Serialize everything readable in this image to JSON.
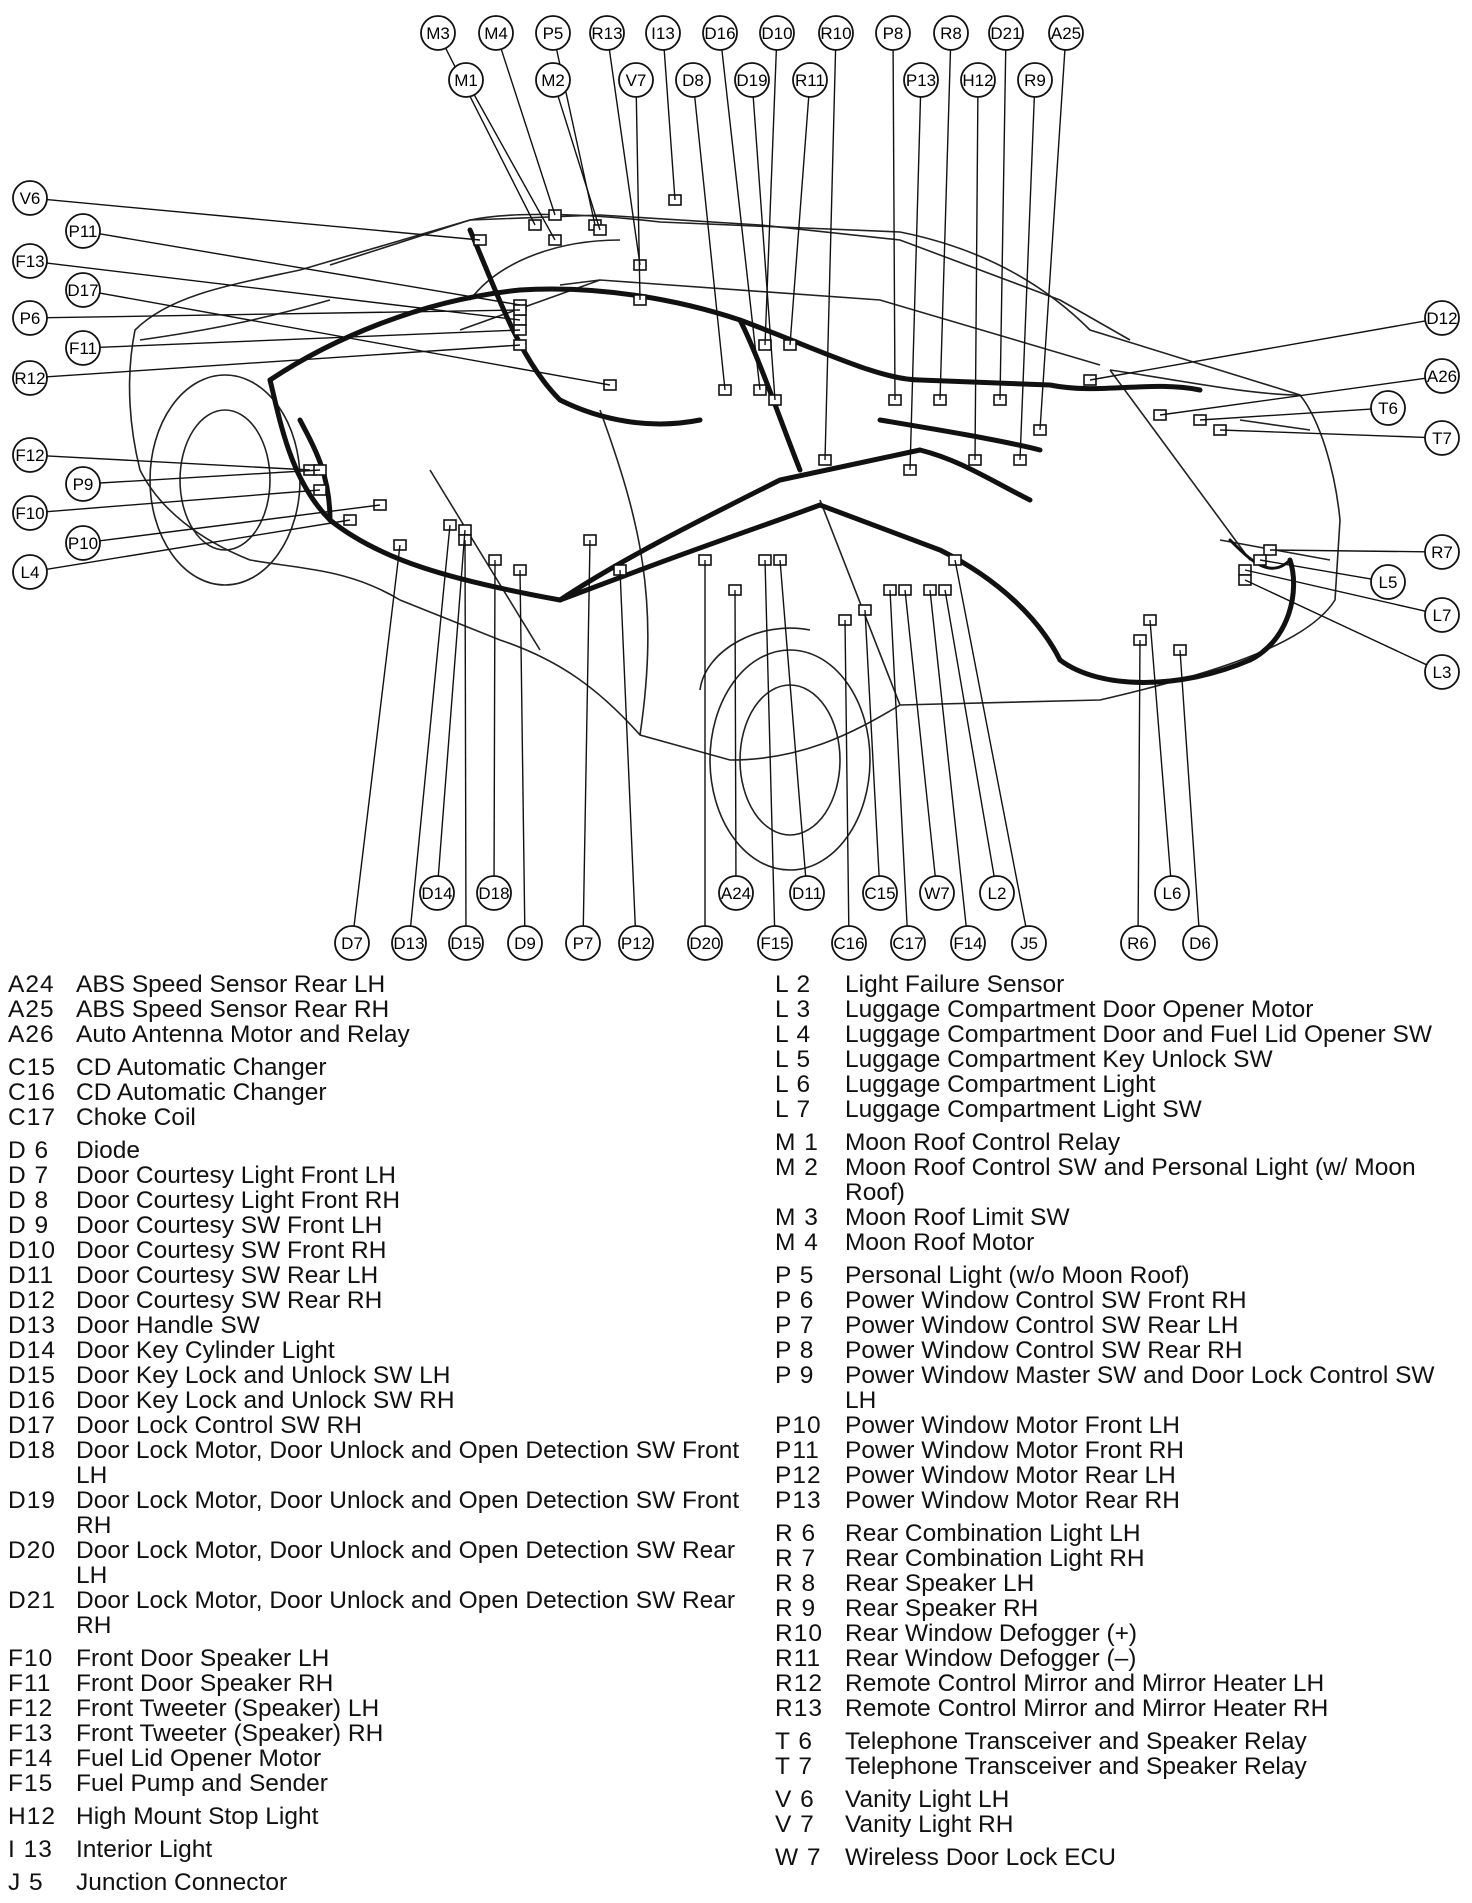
{
  "callouts": [
    {
      "code": "M3"
    },
    {
      "code": "M4"
    },
    {
      "code": "P5"
    },
    {
      "code": "R13"
    },
    {
      "code": "I13"
    },
    {
      "code": "D16"
    },
    {
      "code": "D10"
    },
    {
      "code": "R10"
    },
    {
      "code": "P8"
    },
    {
      "code": "R8"
    },
    {
      "code": "D21"
    },
    {
      "code": "A25"
    },
    {
      "code": "M1"
    },
    {
      "code": "M2"
    },
    {
      "code": "V7"
    },
    {
      "code": "D8"
    },
    {
      "code": "D19"
    },
    {
      "code": "R11"
    },
    {
      "code": "P13"
    },
    {
      "code": "H12"
    },
    {
      "code": "R9"
    },
    {
      "code": "V6"
    },
    {
      "code": "P11"
    },
    {
      "code": "F13"
    },
    {
      "code": "D17"
    },
    {
      "code": "P6"
    },
    {
      "code": "F11"
    },
    {
      "code": "R12"
    },
    {
      "code": "F12"
    },
    {
      "code": "P9"
    },
    {
      "code": "F10"
    },
    {
      "code": "P10"
    },
    {
      "code": "L4"
    },
    {
      "code": "D12"
    },
    {
      "code": "A26"
    },
    {
      "code": "T6"
    },
    {
      "code": "T7"
    },
    {
      "code": "R7"
    },
    {
      "code": "L5"
    },
    {
      "code": "L7"
    },
    {
      "code": "L3"
    },
    {
      "code": "D14"
    },
    {
      "code": "D18"
    },
    {
      "code": "A24"
    },
    {
      "code": "D11"
    },
    {
      "code": "C15"
    },
    {
      "code": "W7"
    },
    {
      "code": "L2"
    },
    {
      "code": "L6"
    },
    {
      "code": "D7"
    },
    {
      "code": "D13"
    },
    {
      "code": "D15"
    },
    {
      "code": "D9"
    },
    {
      "code": "P7"
    },
    {
      "code": "P12"
    },
    {
      "code": "D20"
    },
    {
      "code": "F15"
    },
    {
      "code": "C16"
    },
    {
      "code": "C17"
    },
    {
      "code": "F14"
    },
    {
      "code": "J5"
    },
    {
      "code": "R6"
    },
    {
      "code": "D6"
    }
  ],
  "legend_left": [
    [
      {
        "code": "A24",
        "name": "ABS Speed Sensor Rear LH"
      },
      {
        "code": "A25",
        "name": "ABS Speed Sensor Rear RH"
      },
      {
        "code": "A26",
        "name": "Auto Antenna Motor and Relay"
      }
    ],
    [
      {
        "code": "C15",
        "name": "CD Automatic Changer"
      },
      {
        "code": "C16",
        "name": "CD Automatic Changer"
      },
      {
        "code": "C17",
        "name": "Choke Coil"
      }
    ],
    [
      {
        "code": "D 6",
        "name": "Diode"
      },
      {
        "code": "D 7",
        "name": "Door Courtesy Light Front LH"
      },
      {
        "code": "D 8",
        "name": "Door Courtesy Light Front RH"
      },
      {
        "code": "D 9",
        "name": "Door Courtesy SW Front LH"
      },
      {
        "code": "D10",
        "name": "Door Courtesy SW Front RH"
      },
      {
        "code": "D11",
        "name": "Door Courtesy SW Rear LH"
      },
      {
        "code": "D12",
        "name": "Door Courtesy SW Rear RH"
      },
      {
        "code": "D13",
        "name": "Door Handle SW"
      },
      {
        "code": "D14",
        "name": "Door Key Cylinder Light"
      },
      {
        "code": "D15",
        "name": "Door Key Lock and Unlock SW LH"
      },
      {
        "code": "D16",
        "name": "Door Key Lock and Unlock SW RH"
      },
      {
        "code": "D17",
        "name": "Door Lock Control SW RH"
      },
      {
        "code": "D18",
        "name": "Door Lock Motor, Door Unlock and Open Detection SW Front LH"
      },
      {
        "code": "D19",
        "name": "Door Lock Motor, Door Unlock and Open Detection SW Front RH"
      },
      {
        "code": "D20",
        "name": "Door Lock Motor, Door Unlock and Open Detection SW Rear LH"
      },
      {
        "code": "D21",
        "name": "Door Lock Motor, Door Unlock and Open Detection SW Rear RH"
      }
    ],
    [
      {
        "code": "F10",
        "name": "Front Door Speaker LH"
      },
      {
        "code": "F11",
        "name": "Front Door Speaker RH"
      },
      {
        "code": "F12",
        "name": "Front Tweeter (Speaker) LH"
      },
      {
        "code": "F13",
        "name": "Front Tweeter (Speaker) RH"
      },
      {
        "code": "F14",
        "name": "Fuel Lid Opener Motor"
      },
      {
        "code": "F15",
        "name": "Fuel Pump and Sender"
      }
    ],
    [
      {
        "code": "H12",
        "name": "High Mount Stop Light"
      }
    ],
    [
      {
        "code": "I 13",
        "name": "Interior Light"
      }
    ],
    [
      {
        "code": "J 5",
        "name": "Junction Connector"
      }
    ]
  ],
  "legend_right": [
    [
      {
        "code": "L 2",
        "name": "Light Failure Sensor"
      },
      {
        "code": "L 3",
        "name": "Luggage Compartment Door Opener Motor"
      },
      {
        "code": "L 4",
        "name": "Luggage Compartment Door and Fuel Lid Opener SW"
      },
      {
        "code": "L 5",
        "name": "Luggage Compartment Key Unlock SW"
      },
      {
        "code": "L 6",
        "name": "Luggage Compartment Light"
      },
      {
        "code": "L 7",
        "name": "Luggage Compartment Light SW"
      }
    ],
    [
      {
        "code": "M 1",
        "name": "Moon Roof Control Relay"
      },
      {
        "code": "M 2",
        "name": "Moon Roof Control SW and Personal Light (w/ Moon Roof)"
      },
      {
        "code": "M 3",
        "name": "Moon Roof Limit SW"
      },
      {
        "code": "M 4",
        "name": "Moon Roof Motor"
      }
    ],
    [
      {
        "code": "P 5",
        "name": "Personal Light (w/o Moon Roof)"
      },
      {
        "code": "P 6",
        "name": "Power Window Control SW Front RH"
      },
      {
        "code": "P 7",
        "name": "Power Window Control SW Rear LH"
      },
      {
        "code": "P 8",
        "name": "Power Window Control SW Rear RH"
      },
      {
        "code": "P 9",
        "name": "Power Window Master SW and Door Lock Control SW LH"
      },
      {
        "code": "P10",
        "name": "Power Window Motor Front LH"
      },
      {
        "code": "P11",
        "name": "Power Window Motor Front RH"
      },
      {
        "code": "P12",
        "name": "Power Window Motor Rear LH"
      },
      {
        "code": "P13",
        "name": "Power Window Motor Rear RH"
      }
    ],
    [
      {
        "code": "R 6",
        "name": "Rear Combination Light LH"
      },
      {
        "code": "R 7",
        "name": "Rear Combination Light RH"
      },
      {
        "code": "R 8",
        "name": "Rear Speaker LH"
      },
      {
        "code": "R 9",
        "name": "Rear Speaker RH"
      },
      {
        "code": "R10",
        "name": "Rear Window Defogger (+)"
      },
      {
        "code": "R11",
        "name": "Rear Window Defogger (–)"
      },
      {
        "code": "R12",
        "name": "Remote Control Mirror and Mirror Heater LH"
      },
      {
        "code": "R13",
        "name": "Remote Control Mirror and Mirror Heater RH"
      }
    ],
    [
      {
        "code": "T 6",
        "name": "Telephone Transceiver and Speaker Relay"
      },
      {
        "code": "T 7",
        "name": "Telephone Transceiver and Speaker Relay"
      }
    ],
    [
      {
        "code": "V 6",
        "name": "Vanity Light LH"
      },
      {
        "code": "V 7",
        "name": "Vanity Light RH"
      }
    ],
    [
      {
        "code": "W 7",
        "name": "Wireless Door Lock ECU"
      }
    ]
  ]
}
